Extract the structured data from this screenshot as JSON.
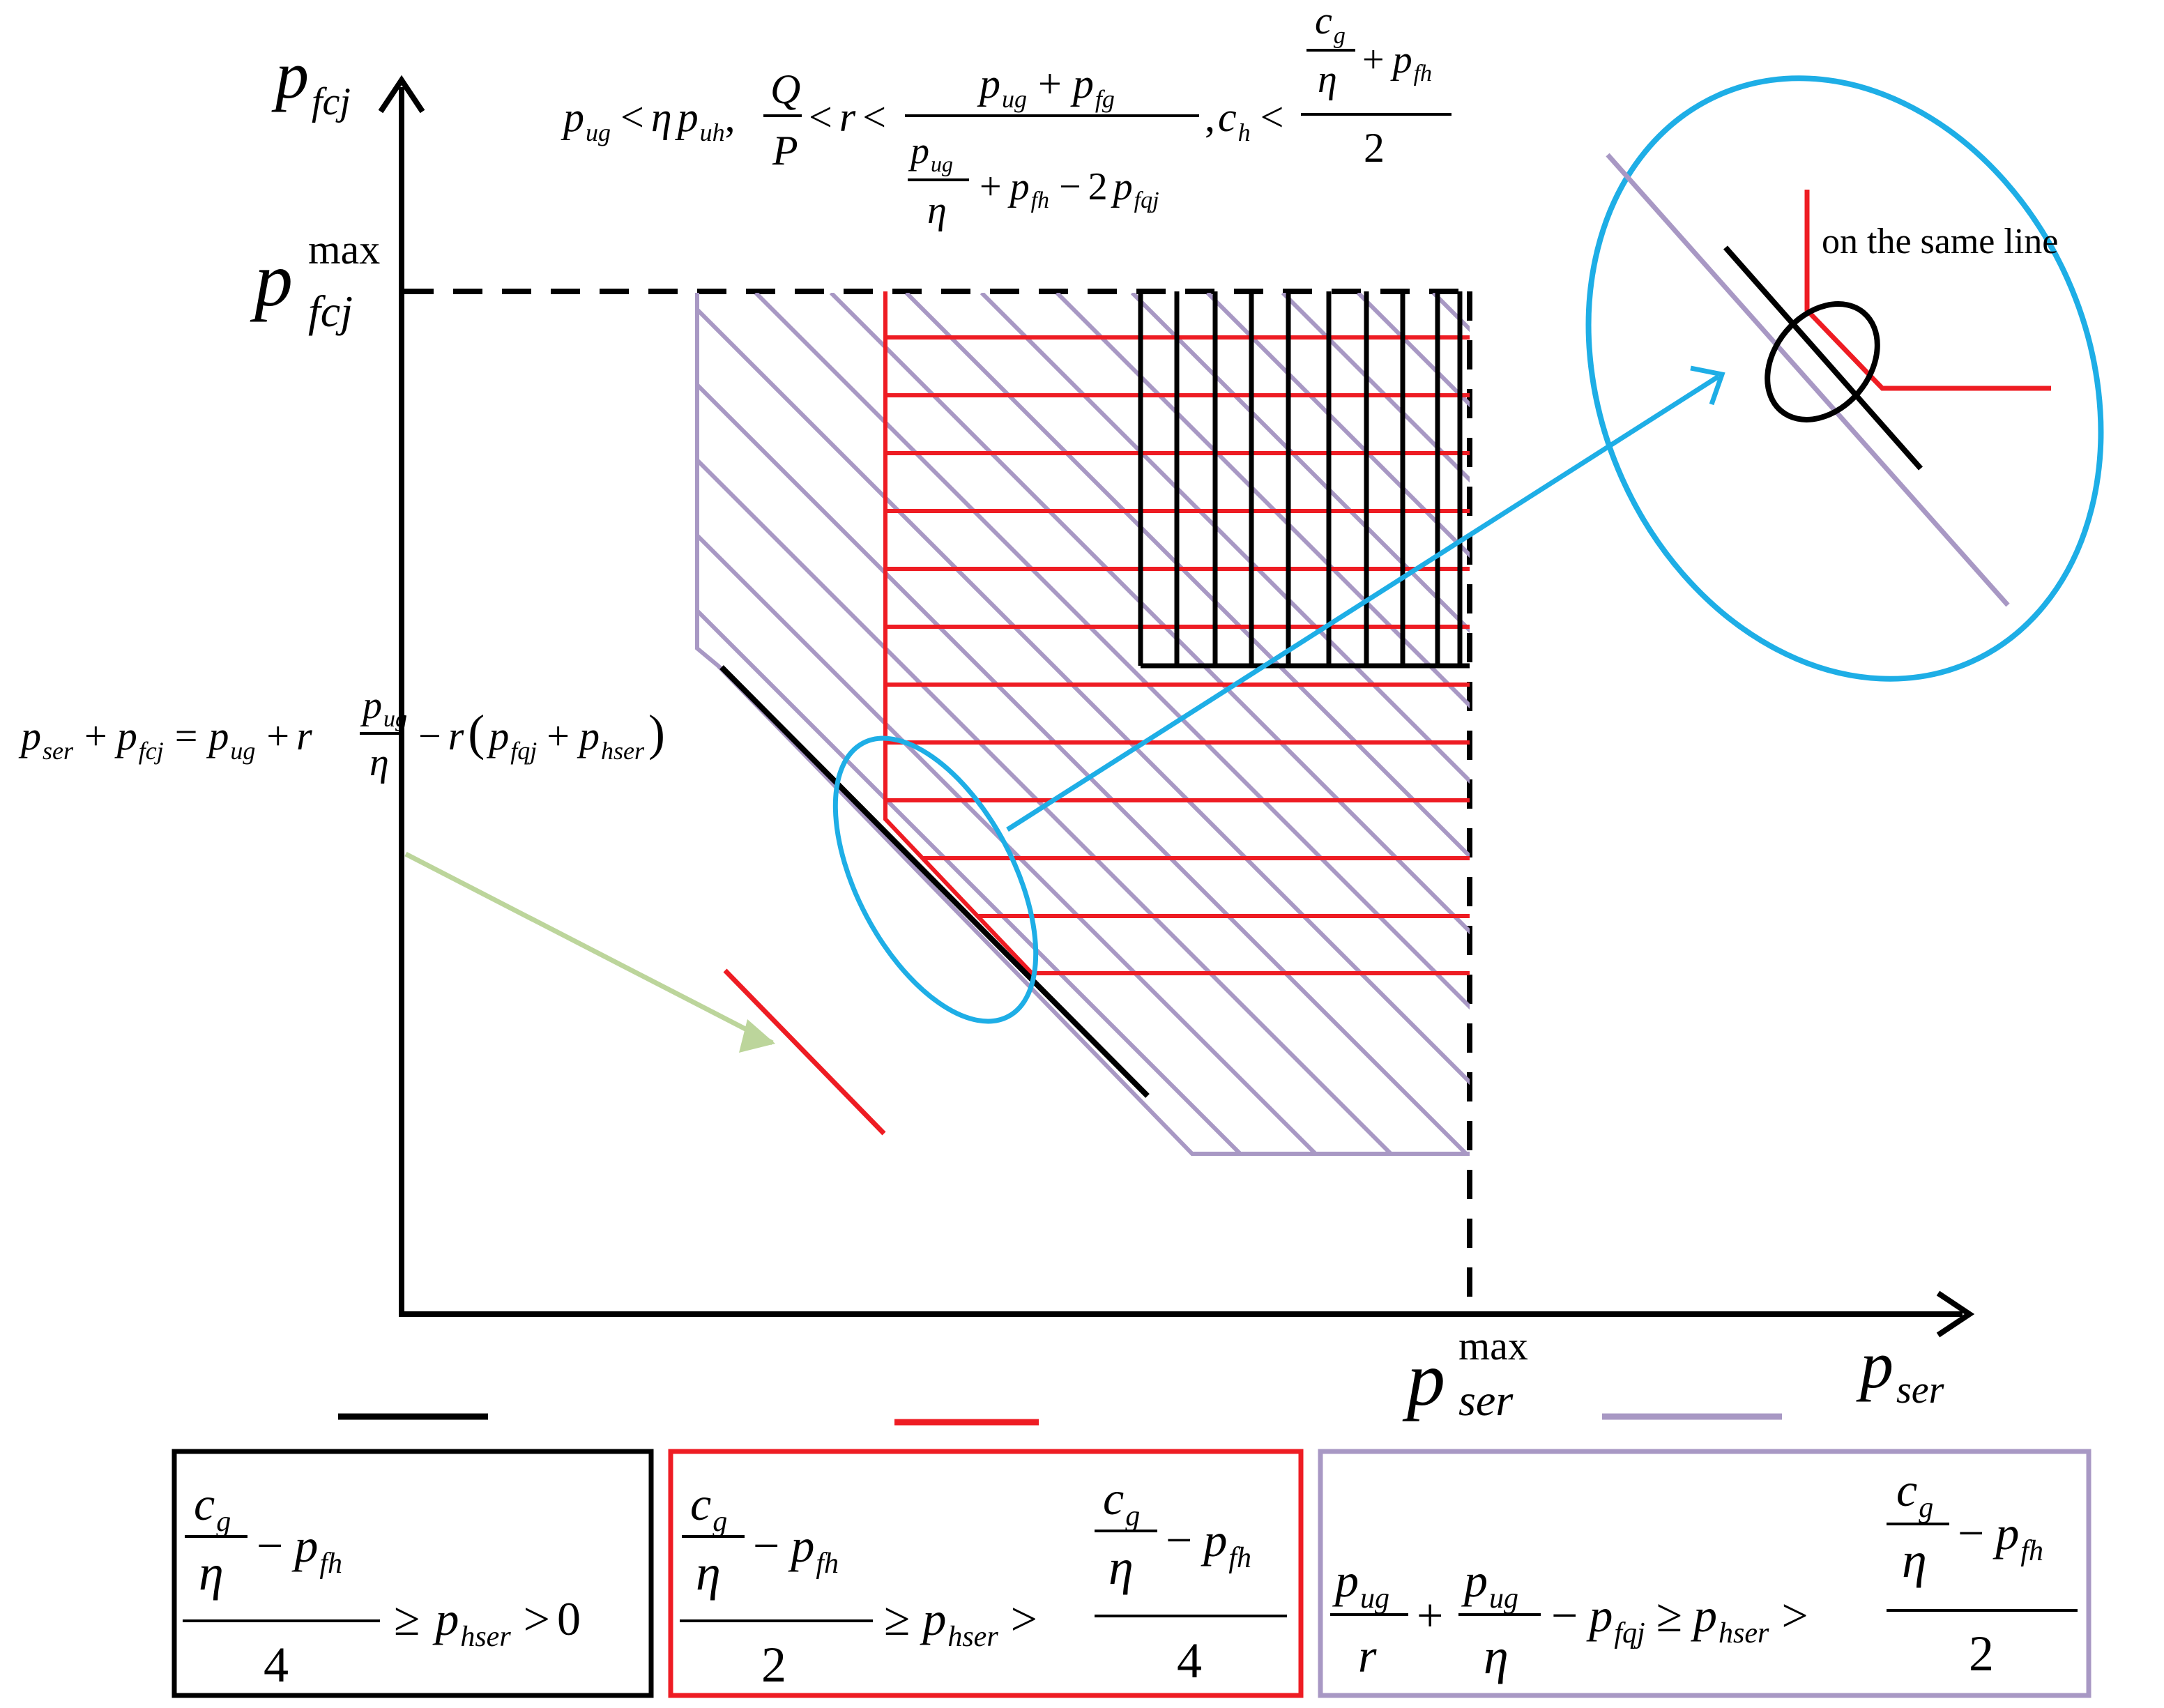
{
  "axes": {
    "y_label": {
      "base": "p",
      "sub": "fcj"
    },
    "x_label": {
      "base": "p",
      "sub": "ser"
    },
    "y_max_label": {
      "base": "p",
      "sub": "fcj",
      "sup": "max"
    },
    "x_max_label": {
      "base": "p",
      "sub": "ser",
      "sup": "max"
    }
  },
  "annotation": {
    "text": "on the same line"
  },
  "colors": {
    "black_region": "#000000",
    "red_region": "#ee1c23",
    "purple_region": "#a898c4",
    "highlight": "#1eaee6",
    "pointer": "#bcd59b"
  },
  "top_condition": {
    "t1": "p",
    "t1s": "ug",
    "t2": "<",
    "t3": "η",
    "t4": "p",
    "t4s": "uh",
    "comma": ",",
    "qn": "Q",
    "qd": "P",
    "lt1": "<",
    "r": "r",
    "lt2": "<",
    "num_p1": "p",
    "num_p1s": "ug",
    "num_plus": "+",
    "num_p2": "p",
    "num_p2s": "fg",
    "den_p1": "p",
    "den_p1s": "ug",
    "den_eta": "η",
    "den_plus": "+",
    "den_p2": "p",
    "den_p2s": "fh",
    "den_minus": "−",
    "den_two": "2",
    "den_p3": "p",
    "den_p3s": "fqj",
    "comma2": ",",
    "ch": "c",
    "chs": "h",
    "lt3": "<",
    "cg_c": "c",
    "cg_s": "g",
    "cg_eta": "η",
    "cg_plus": "+",
    "cg_p": "p",
    "cg_ps": "fh",
    "cg_two": "2"
  },
  "line_equation": {
    "p1": "p",
    "p1s": "ser",
    "plus1": "+",
    "p2": "p",
    "p2s": "fcj",
    "eq": "=",
    "p3": "p",
    "p3s": "ug",
    "plus2": "+",
    "r1": "r",
    "fn": "p",
    "fns": "ug",
    "fd": "η",
    "minus": "−",
    "r2": "r",
    "lp": "(",
    "p4": "p",
    "p4s": "fqj",
    "plus3": "+",
    "p5": "p",
    "p5s": "hser",
    "rp": ")"
  },
  "legend": [
    {
      "c": "c",
      "cs": "g",
      "eta": "η",
      "minus": "−",
      "p": "p",
      "ps": "fh",
      "den": "4",
      "ge": "≥",
      "ph": "p",
      "phs": "hser",
      "gt": ">",
      "rhs": "0"
    },
    {
      "c": "c",
      "cs": "g",
      "eta": "η",
      "minus": "−",
      "p": "p",
      "ps": "fh",
      "den": "2",
      "ge": "≥",
      "ph": "p",
      "phs": "hser",
      "gt": ">",
      "rc": "c",
      "rcs": "g",
      "reta": "η",
      "rminus": "−",
      "rp": "p",
      "rps": "fh",
      "rden": "4"
    },
    {
      "a_num": "p",
      "a_nums": "ug",
      "a_den": "r",
      "plus": "+",
      "b_num": "p",
      "b_nums": "ug",
      "b_den": "η",
      "minus": "−",
      "pf": "p",
      "pfs": "fqj",
      "ge": "≥",
      "ph": "p",
      "phs": "hser",
      "gt": ">",
      "rc": "c",
      "rcs": "g",
      "reta": "η",
      "rminus": "−",
      "rp": "p",
      "rps": "fh",
      "rden": "2"
    }
  ]
}
